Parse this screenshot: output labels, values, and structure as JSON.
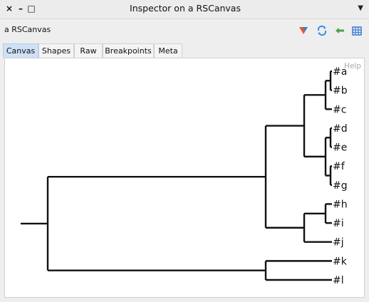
{
  "window": {
    "title": "Inspector on a RSCanvas",
    "close_glyph": "×",
    "minimize_glyph": "–",
    "maximize_glyph": "□",
    "menu_glyph": "▼"
  },
  "inspector": {
    "object_label": "a RSCanvas",
    "tools": [
      "browse-icon",
      "refresh-icon",
      "go-back-icon",
      "table-icon"
    ]
  },
  "tabs": [
    {
      "label": "Canvas",
      "active": true
    },
    {
      "label": "Shapes",
      "active": false
    },
    {
      "label": "Raw",
      "active": false
    },
    {
      "label": "Breakpoints",
      "active": false
    },
    {
      "label": "Meta",
      "active": false
    }
  ],
  "canvas": {
    "help_label": "Help",
    "dendrogram": {
      "leaves": [
        "#a",
        "#b",
        "#c",
        "#d",
        "#e",
        "#f",
        "#g",
        "#h",
        "#i",
        "#j",
        "#k",
        "#l"
      ],
      "tree": [
        [
          [
            [
              [
                "#a",
                "#b"
              ],
              "#c"
            ],
            [
              [
                "#d",
                "#e"
              ],
              [
                "#f",
                "#g"
              ]
            ]
          ],
          [
            [
              "#h",
              "#i"
            ],
            "#j"
          ]
        ],
        [
          "#k",
          "#l"
        ]
      ]
    }
  }
}
